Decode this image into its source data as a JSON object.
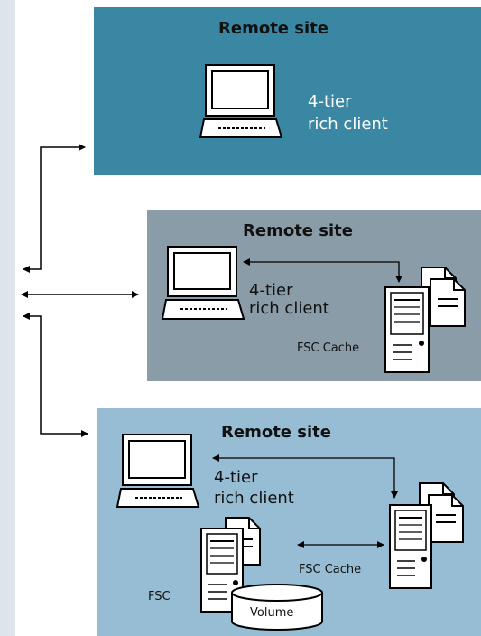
{
  "sites": [
    {
      "title": "Remote site",
      "client_line1": "4-tier",
      "client_line2": "rich client",
      "color": "#3a87a3"
    },
    {
      "title": "Remote site",
      "client_line1": "4-tier",
      "client_line2": "rich client",
      "cache_label": "FSC Cache",
      "color": "#8a9ca8"
    },
    {
      "title": "Remote site",
      "client_line1": "4-tier",
      "client_line2": "rich client",
      "cache_label": "FSC Cache",
      "fsc_label": "FSC",
      "volume_label": "Volume",
      "color": "#96bdd4"
    }
  ],
  "icons": [
    "laptop-icon",
    "server-icon",
    "documents-icon",
    "volume-icon",
    "arrow-icon"
  ]
}
